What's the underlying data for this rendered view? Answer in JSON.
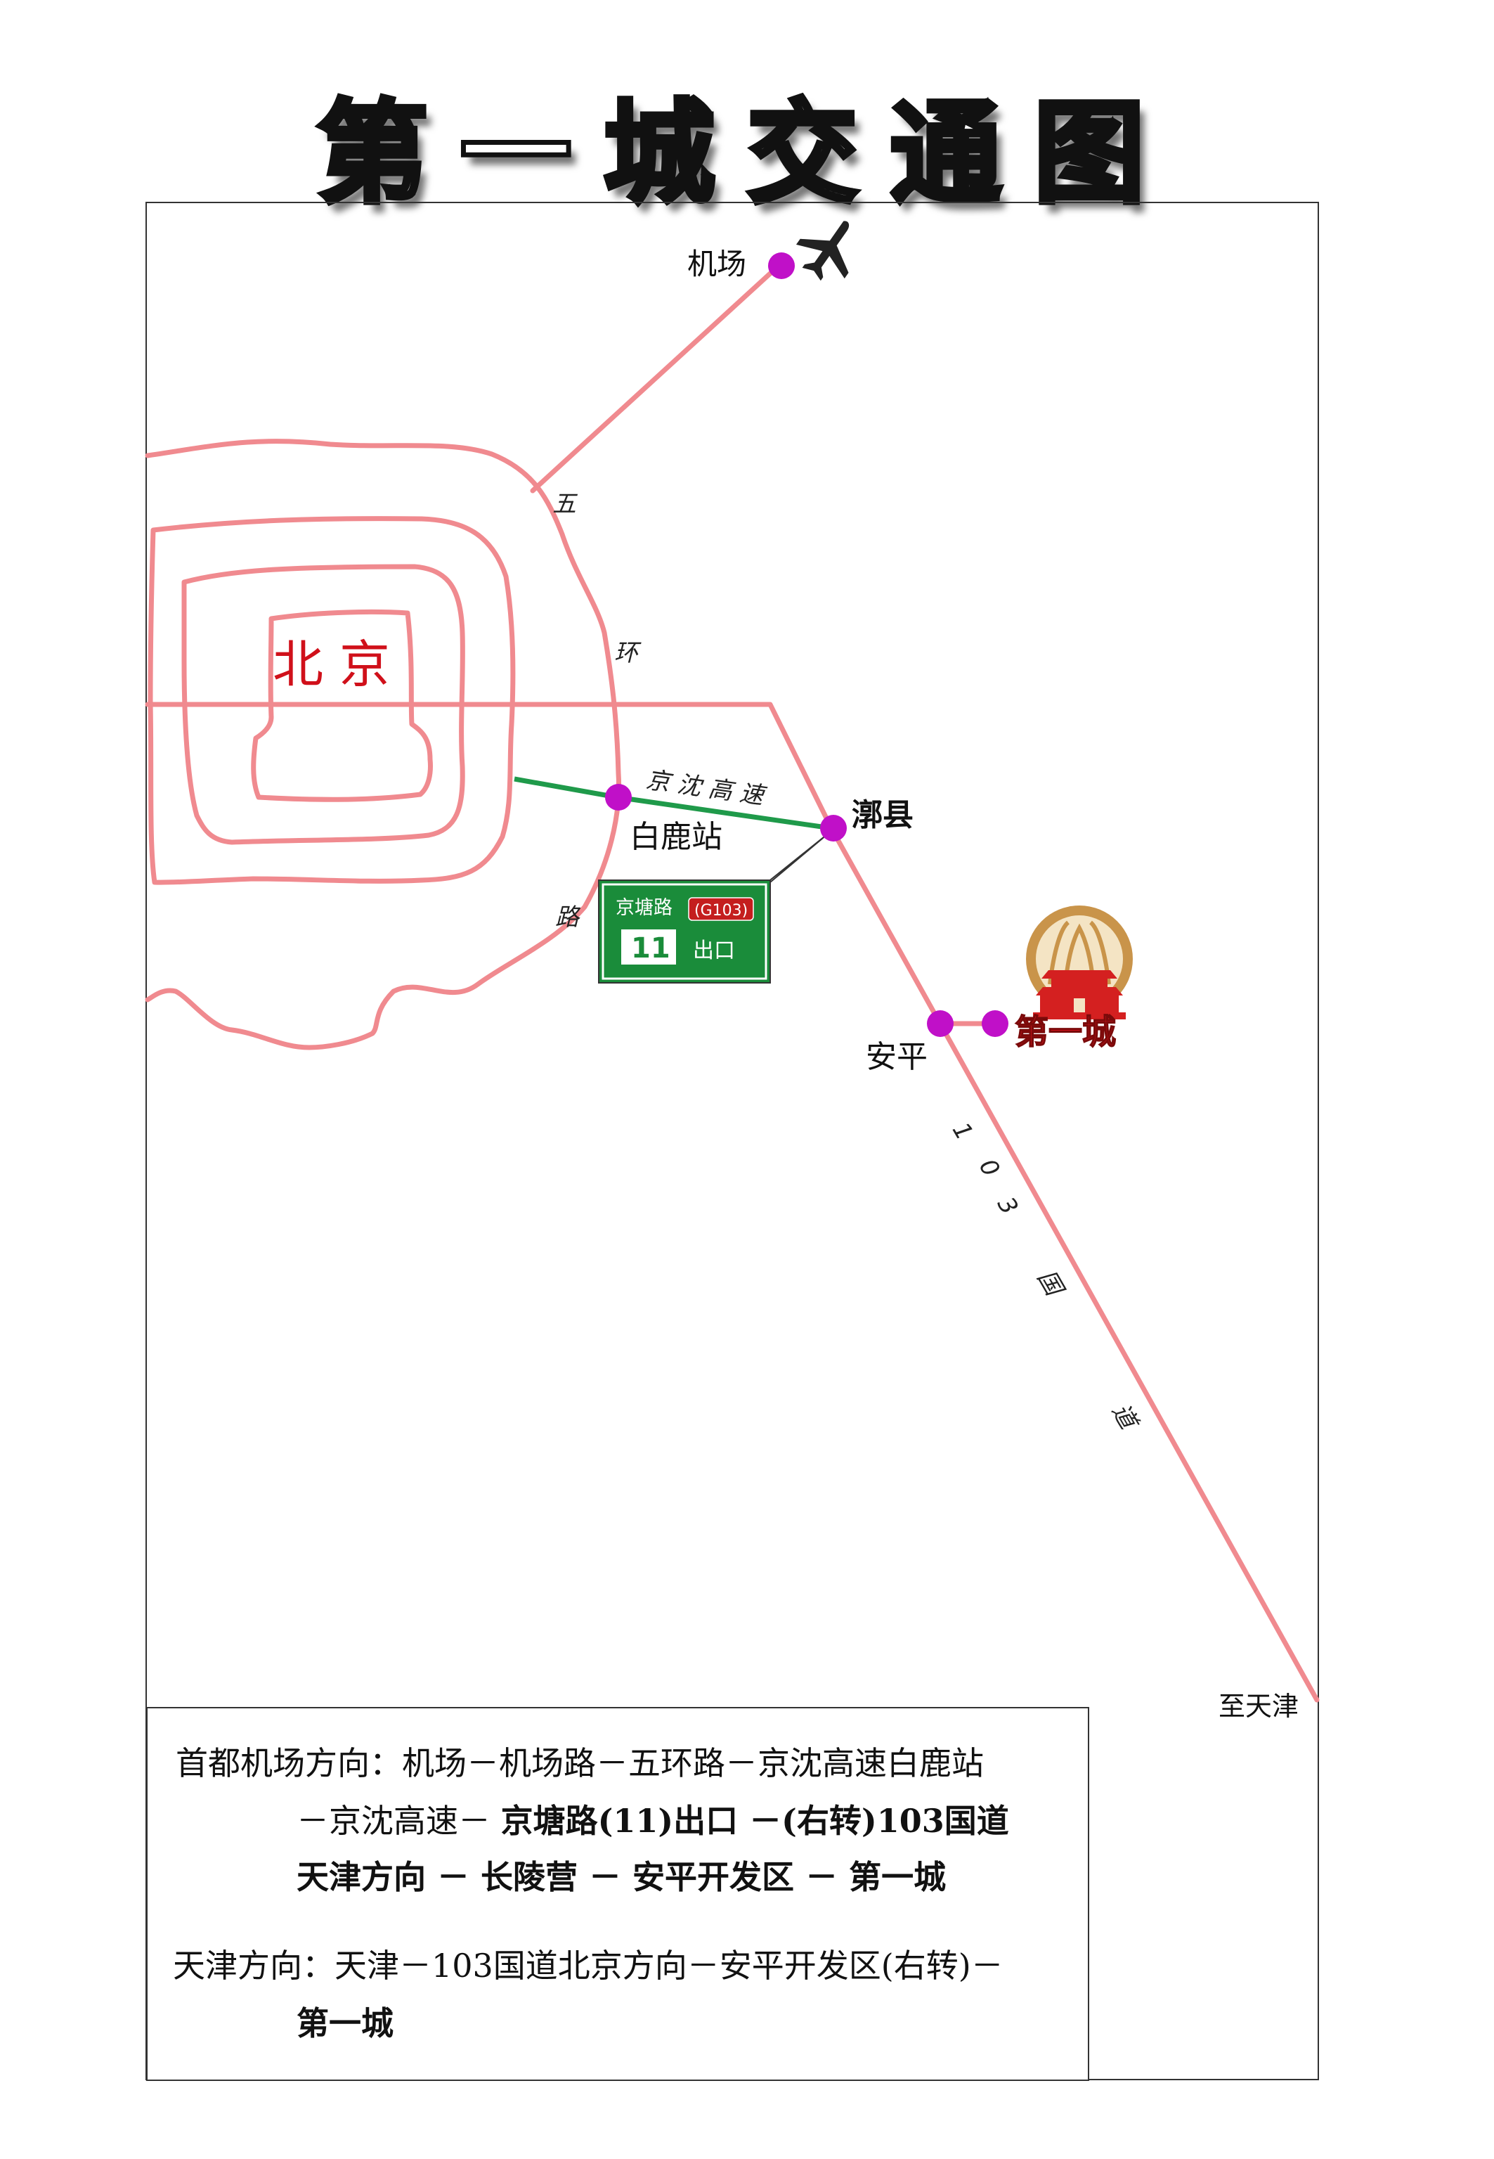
{
  "title": "第一城交通图",
  "places": {
    "airport": "机场",
    "beijing": "北 京",
    "bailuzhan": "白鹿站",
    "yixian": "漷县",
    "anping": "安平",
    "tianjin": "至天津"
  },
  "road_labels": {
    "ring5": [
      "五",
      "环",
      "路"
    ],
    "jingshen_expressway": "京 沈 高 速",
    "national_103": [
      "1",
      "0",
      "3",
      "国",
      "道"
    ]
  },
  "exit_sign": {
    "road": "京塘路",
    "code": "(G103)",
    "exit_number": "11",
    "exit_text": "出口"
  },
  "destination": {
    "name": "第一城"
  },
  "routes": {
    "airport_line1": "首都机场方向：机场－机场路－五环路－京沈高速白鹿站",
    "airport_line2a": "－京沈高速－ ",
    "airport_line2b": "京塘路(11)出口 －(右转)103国道",
    "airport_line3": "天津方向 － 长陵营 － 安平开发区 － 第一城",
    "tianjin_line1": "天津方向：天津－103国道北京方向－安平开发区(右转)－",
    "tianjin_line2": "第一城"
  },
  "colors": {
    "road": "#f08a8f",
    "expressway": "#1f9a4a",
    "node": "#c010c8",
    "beijing_text": "#d0101a",
    "sign_green": "#1a8c3a",
    "sign_red": "#c41e1e",
    "logo_gold": "#c9944a",
    "logo_red": "#d42020"
  },
  "icons": [
    "airplane-icon",
    "pagoda-logo-icon"
  ]
}
